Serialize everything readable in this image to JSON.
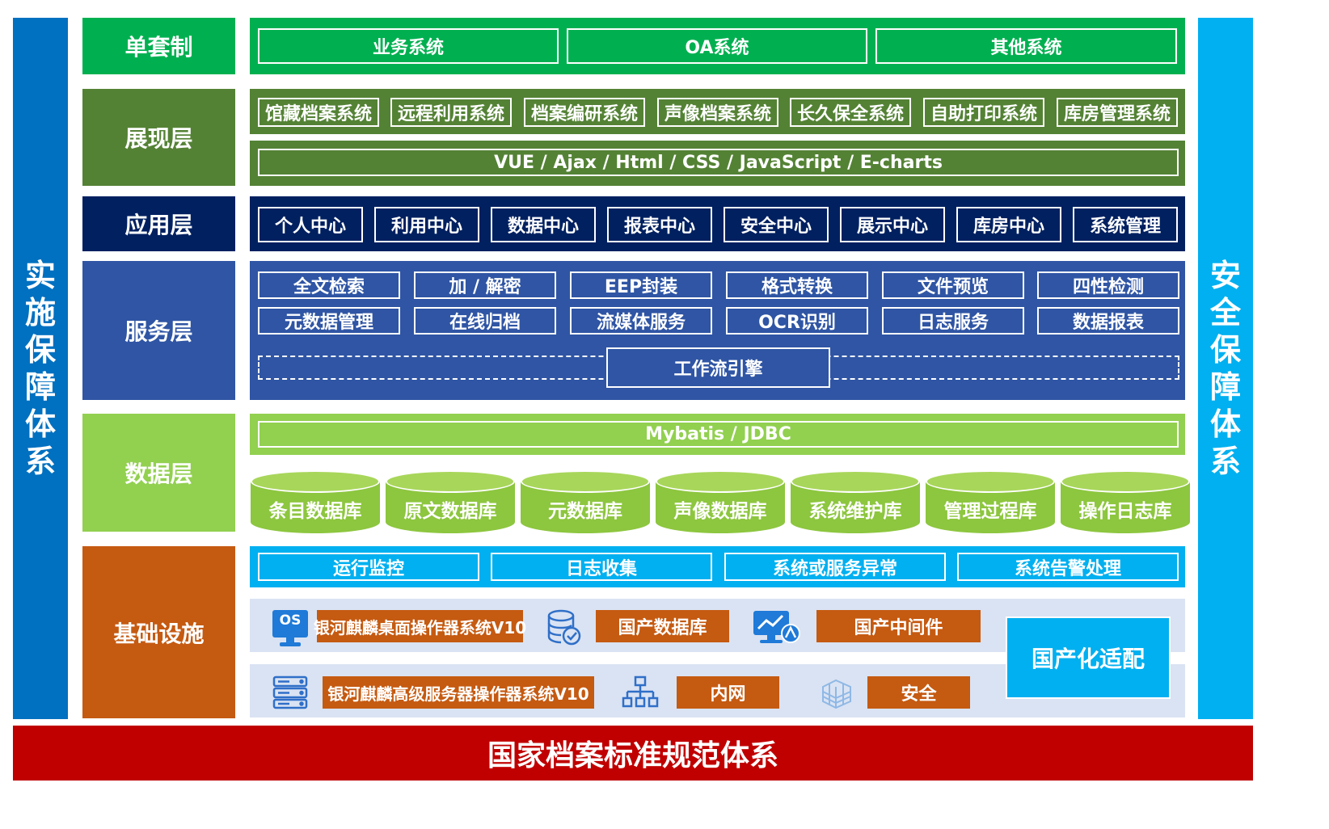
{
  "left_pillar": {
    "chars": [
      "实",
      "施",
      "保",
      "障",
      "体",
      "系"
    ]
  },
  "right_pillar": {
    "chars": [
      "安",
      "全",
      "保",
      "障",
      "体",
      "系"
    ]
  },
  "footer": {
    "label": "国家档案标准规范体系"
  },
  "layers": {
    "single": {
      "label": "单套制",
      "items": [
        "业务系统",
        "OA系统",
        "其他系统"
      ]
    },
    "presentation": {
      "label": "展现层",
      "items": [
        "馆藏档案系统",
        "远程利用系统",
        "档案编研系统",
        "声像档案系统",
        "长久保全系统",
        "自助打印系统",
        "库房管理系统"
      ],
      "tech": "VUE / Ajax / Html / CSS / JavaScript / E-charts"
    },
    "application": {
      "label": "应用层",
      "items": [
        "个人中心",
        "利用中心",
        "数据中心",
        "报表中心",
        "安全中心",
        "展示中心",
        "库房中心",
        "系统管理"
      ]
    },
    "service": {
      "label": "服务层",
      "row1": [
        "全文检索",
        "加 / 解密",
        "EEP封装",
        "格式转换",
        "文件预览",
        "四性检测"
      ],
      "row2": [
        "元数据管理",
        "在线归档",
        "流媒体服务",
        "OCR识别",
        "日志服务",
        "数据报表"
      ],
      "workflow": "工作流引擎"
    },
    "data": {
      "label": "数据层",
      "tech": "Mybatis / JDBC",
      "databases": [
        "条目数据库",
        "原文数据库",
        "元数据库",
        "声像数据库",
        "系统维护库",
        "管理过程库",
        "操作日志库"
      ]
    },
    "infra": {
      "label": "基础设施",
      "monitor": [
        "运行监控",
        "日志收集",
        "系统或服务异常",
        "系统告警处理"
      ],
      "row1": {
        "os_badge": "OS",
        "os": "银河麒麟桌面操作器系统V10",
        "db": "国产数据库",
        "middleware": "国产中间件"
      },
      "row2": {
        "server": "银河麒麟高级服务器操作器系统V10",
        "network": "内网",
        "security": "安全"
      },
      "localization": "国产化适配"
    }
  },
  "colors": {
    "side_blue": "#0070c0",
    "side_cyan": "#00b0f0",
    "single_green": "#00b050",
    "presentation_green": "#548235",
    "application_navy": "#002060",
    "service_blue": "#2f55a4",
    "data_green": "#92d050",
    "infra_orange": "#c55a11",
    "monitor_cyan": "#00b0f0",
    "infra_bg": "#dae3f3",
    "footer_red": "#c00000"
  }
}
